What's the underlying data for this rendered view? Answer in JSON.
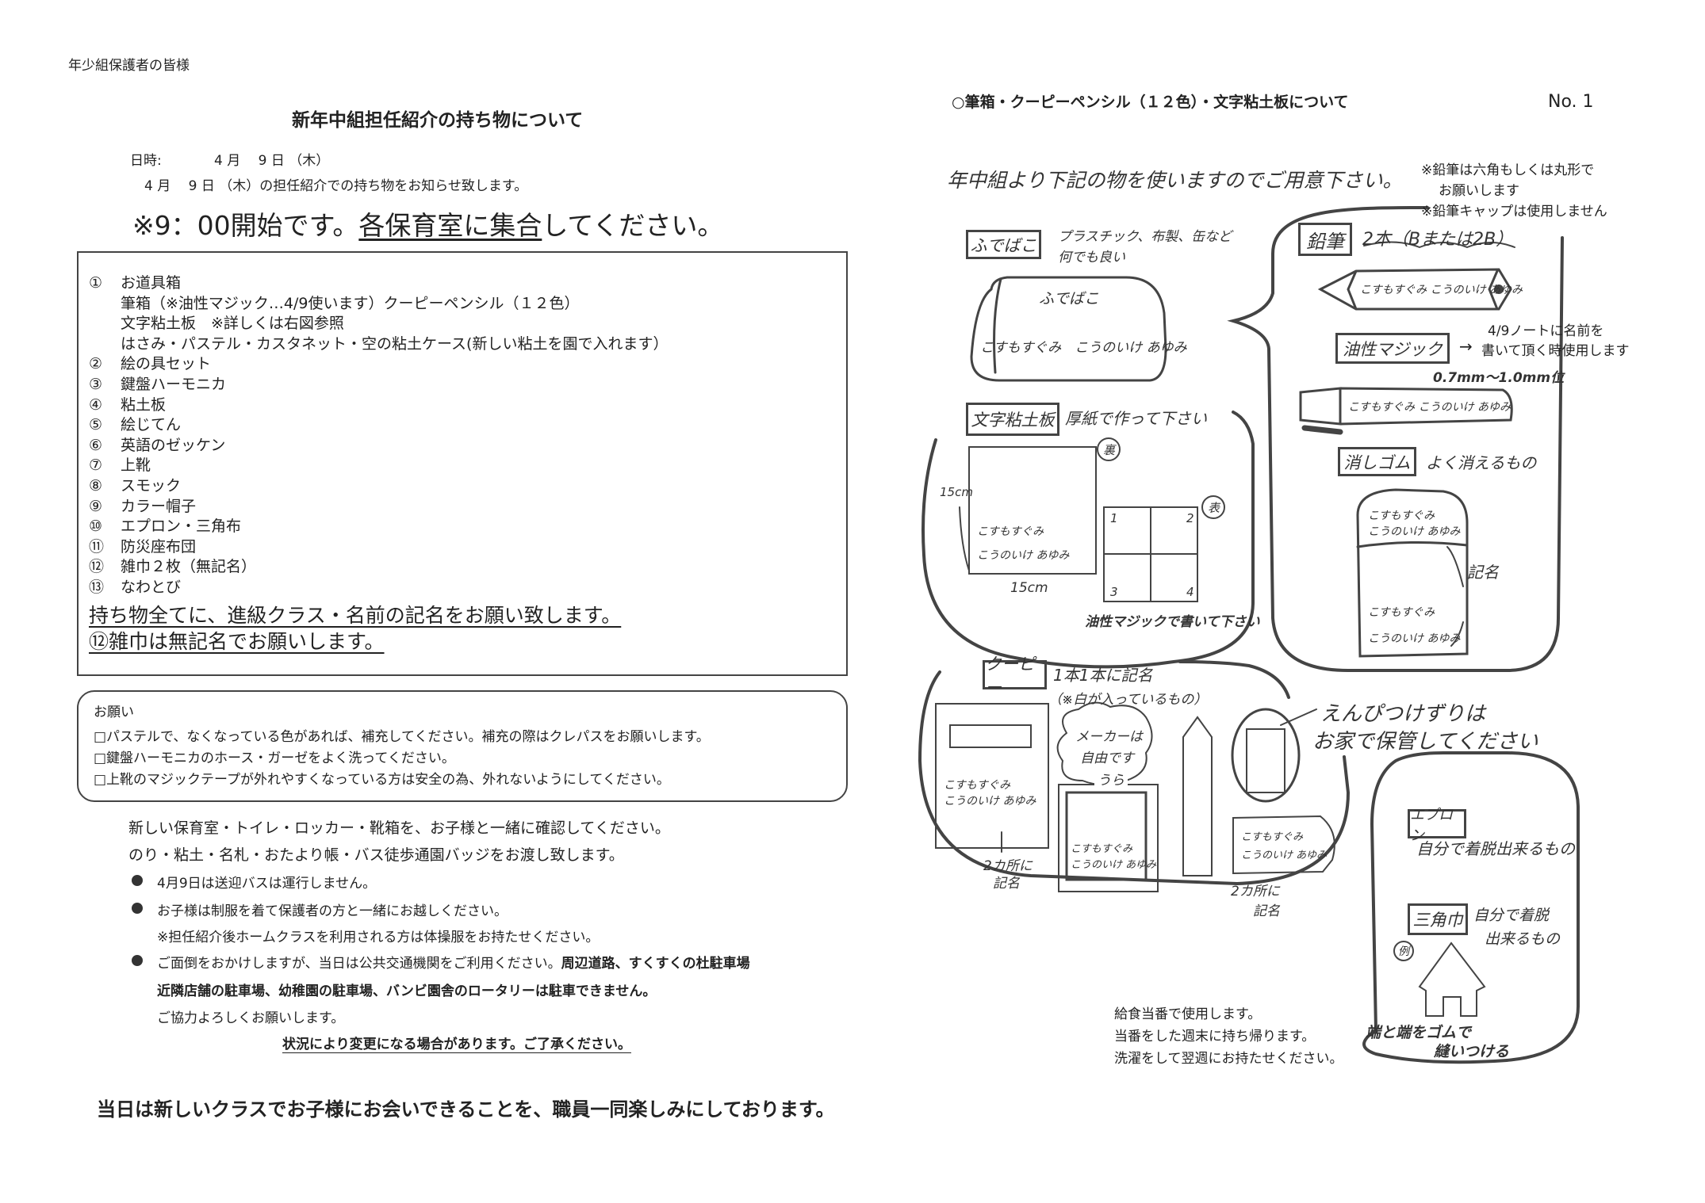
{
  "left": {
    "addressee": "年少組保護者の皆様",
    "title": "新年中組担任紹介の持ち物について",
    "date_label": "日時:",
    "date_value": "4 月　 9 日 （木）",
    "notice": "4 月　 9 日 （木）の担任紹介での持ち物をお知らせ致します。",
    "start_pre": "※9：00開始です。",
    "start_underlined": "各保育室に集合",
    "start_post": "してください。",
    "items": [
      {
        "num": "①",
        "text": "お道具箱"
      },
      {
        "num": "",
        "text": "筆箱（※油性マジック…4/9使います）クーピーペンシル（１２色）"
      },
      {
        "num": "",
        "text": "文字粘土板　※詳しくは右図参照"
      },
      {
        "num": "",
        "text": "はさみ・パステル・カスタネット・空の粘土ケース(新しい粘土を園で入れます）"
      },
      {
        "num": "②",
        "text": "絵の具セット"
      },
      {
        "num": "③",
        "text": "鍵盤ハーモニカ"
      },
      {
        "num": "④",
        "text": "粘土板"
      },
      {
        "num": "⑤",
        "text": "絵じてん"
      },
      {
        "num": "⑥",
        "text": "英語のゼッケン"
      },
      {
        "num": "⑦",
        "text": "上靴"
      },
      {
        "num": "⑧",
        "text": "スモック"
      },
      {
        "num": "⑨",
        "text": "カラー帽子"
      },
      {
        "num": "⑩",
        "text": "エプロン・三角布"
      },
      {
        "num": "⑪",
        "text": "防災座布団"
      },
      {
        "num": "⑫",
        "text": "雑巾２枚（無記名）"
      },
      {
        "num": "⑬",
        "text": "なわとび"
      }
    ],
    "name_note": "持ち物全てに、進級クラス・名前の記名をお願い致します。",
    "zokin_note": "⑫雑巾は無記名でお願いします。",
    "request_title": "お願い",
    "requests": [
      "□パステルで、なくなっている色があれば、補充してください。補充の際はクレパスをお願いします。",
      "□鍵盤ハーモニカのホース・ガーゼをよく洗ってください。",
      "□上靴のマジックテープが外れやすくなっている方は安全の為、外れないようにしてください。"
    ],
    "confirm": "新しい保育室・トイレ・ロッカー・靴箱を、お子様と一緒に確認してください。",
    "handover": "のり・粘土・名札・おたより帳・バス徒歩通園バッジをお渡し致します。",
    "bullet1": "4月9日は送迎バスは運行しません。",
    "bullet2": "お子様は制服を着て保護者の方と一緒にお越しください。",
    "bullet2_note": "※担任紹介後ホームクラスを利用される方は体操服をお持たせください。",
    "bullet3_normal": "ご面倒をおかけしますが、当日は公共交通機関をご利用ください。",
    "bullet3_bold1": "周辺道路、すくすくの杜駐車場",
    "bullet3_bold2": "近隣店舗の駐車場、幼稚園の駐車場、バンビ園舎のロータリーは駐車できません。",
    "cooperation": "ご協力よろしくお願いします。",
    "change_note": "状況により変更になる場合があります。ご了承ください。",
    "footer": "当日は新しいクラスでお子様にお会いできることを、職員一同楽しみにしております。"
  },
  "right": {
    "heading": "○筆箱・クーピーペンシル（１２色）・文字粘土板について",
    "page_no": "No. 1",
    "intro": "年中組より下記の物を使いますのでご用意下さい。",
    "pencil_notes": [
      "※鉛筆は六角もしくは丸形で",
      "お願いします",
      "※鉛筆キャップは使用しません"
    ],
    "fudebako": {
      "label": "ふでばこ",
      "desc1": "プラスチック、布製、缶など",
      "desc2": "何でも良い",
      "case_title": "ふでばこ",
      "case_name": "こすもすぐみ　こうのいけ あゆみ"
    },
    "pencil": {
      "label": "鉛筆",
      "desc": "2本（Bまたは2B）",
      "name": "こすもすぐみ こうのいけ あゆみ"
    },
    "marker": {
      "label": "油性マジック",
      "arrow": "→",
      "note1": "4/9ノートに名前を",
      "note2": "書いて頂く時使用します",
      "size": "0.7mm～1.0mm位",
      "name": "こすもすぐみ こうのいけ あゆみ"
    },
    "eraser": {
      "label": "消しゴム",
      "desc": "よく消えるもの",
      "name_top1": "こすもすぐみ",
      "name_top2": "こうのいけ あゆみ",
      "name_side1": "こすもすぐみ",
      "name_side2": "こうのいけ あゆみ",
      "write_name": "記名"
    },
    "clay_board": {
      "label": "文字粘土板",
      "desc": "厚紙で作って下さい",
      "back_mark": "裏",
      "front_mark": "表",
      "height": "15cm",
      "width": "15cm",
      "name1": "こすもすぐみ",
      "name2": "こうのいけ あゆみ",
      "cells": [
        "1",
        "2",
        "3",
        "4"
      ],
      "instruction": "油性マジックで書いて下さい"
    },
    "coupy": {
      "label": "クーピー",
      "desc": "1本1本に記名",
      "white_note": "（※白が入っているもの）",
      "maker1": "メーカーは",
      "maker2": "自由です",
      "back_label": "うら",
      "name1": "こすもすぐみ",
      "name2": "こうのいけ あゆみ",
      "two_places1": "2カ所に",
      "two_places2": "記名",
      "sharpener_note1": "えんぴつけずりは",
      "sharpener_note2": "お家で保管してください"
    },
    "apron": {
      "label": "エプロン",
      "desc": "自分で着脱出来るもの"
    },
    "sankakukin": {
      "label": "三角巾",
      "desc1": "自分で着脱",
      "desc2": "出来るもの",
      "example": "例",
      "note1": "端と端をゴムで",
      "note2": "縫いつける"
    },
    "kyushoku_notes": [
      "給食当番で使用します。",
      "当番をした週末に持ち帰ります。",
      "洗濯をして翌週にお持たせください。"
    ]
  }
}
